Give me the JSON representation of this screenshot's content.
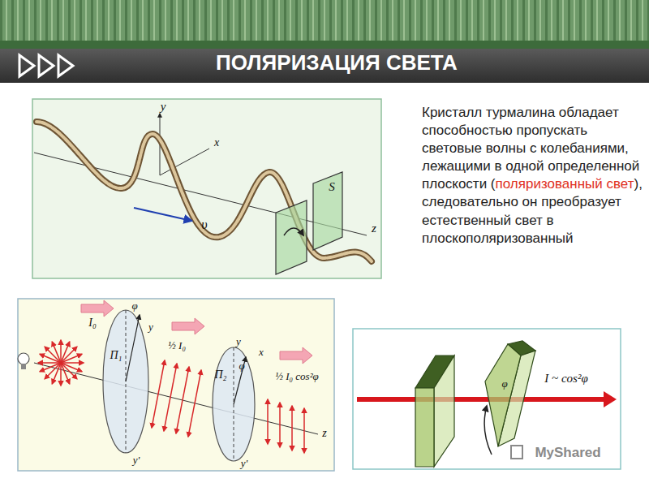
{
  "diagram": {
    "title": "ПОЛЯРИЗАЦИЯ СВЕТА",
    "labels": [
      "Кристалл турмалина обладает способностью пропускать световые волны с колебаниями, лежащими в одной определенной плоскости (",
      "поляризованный свет",
      "), следовательно он преобразует естественный свет в плоскополяризованный",
      "y",
      "x",
      "S",
      "υ",
      "z",
      "I₀",
      "П₁",
      "φ",
      "y",
      "½ I₀",
      "y'",
      "П₂",
      "y",
      "φ",
      "x",
      "½ I₀ cos²φ",
      "z",
      "y'",
      "I ~ cos²φ",
      "φ",
      "MyShared"
    ]
  }
}
